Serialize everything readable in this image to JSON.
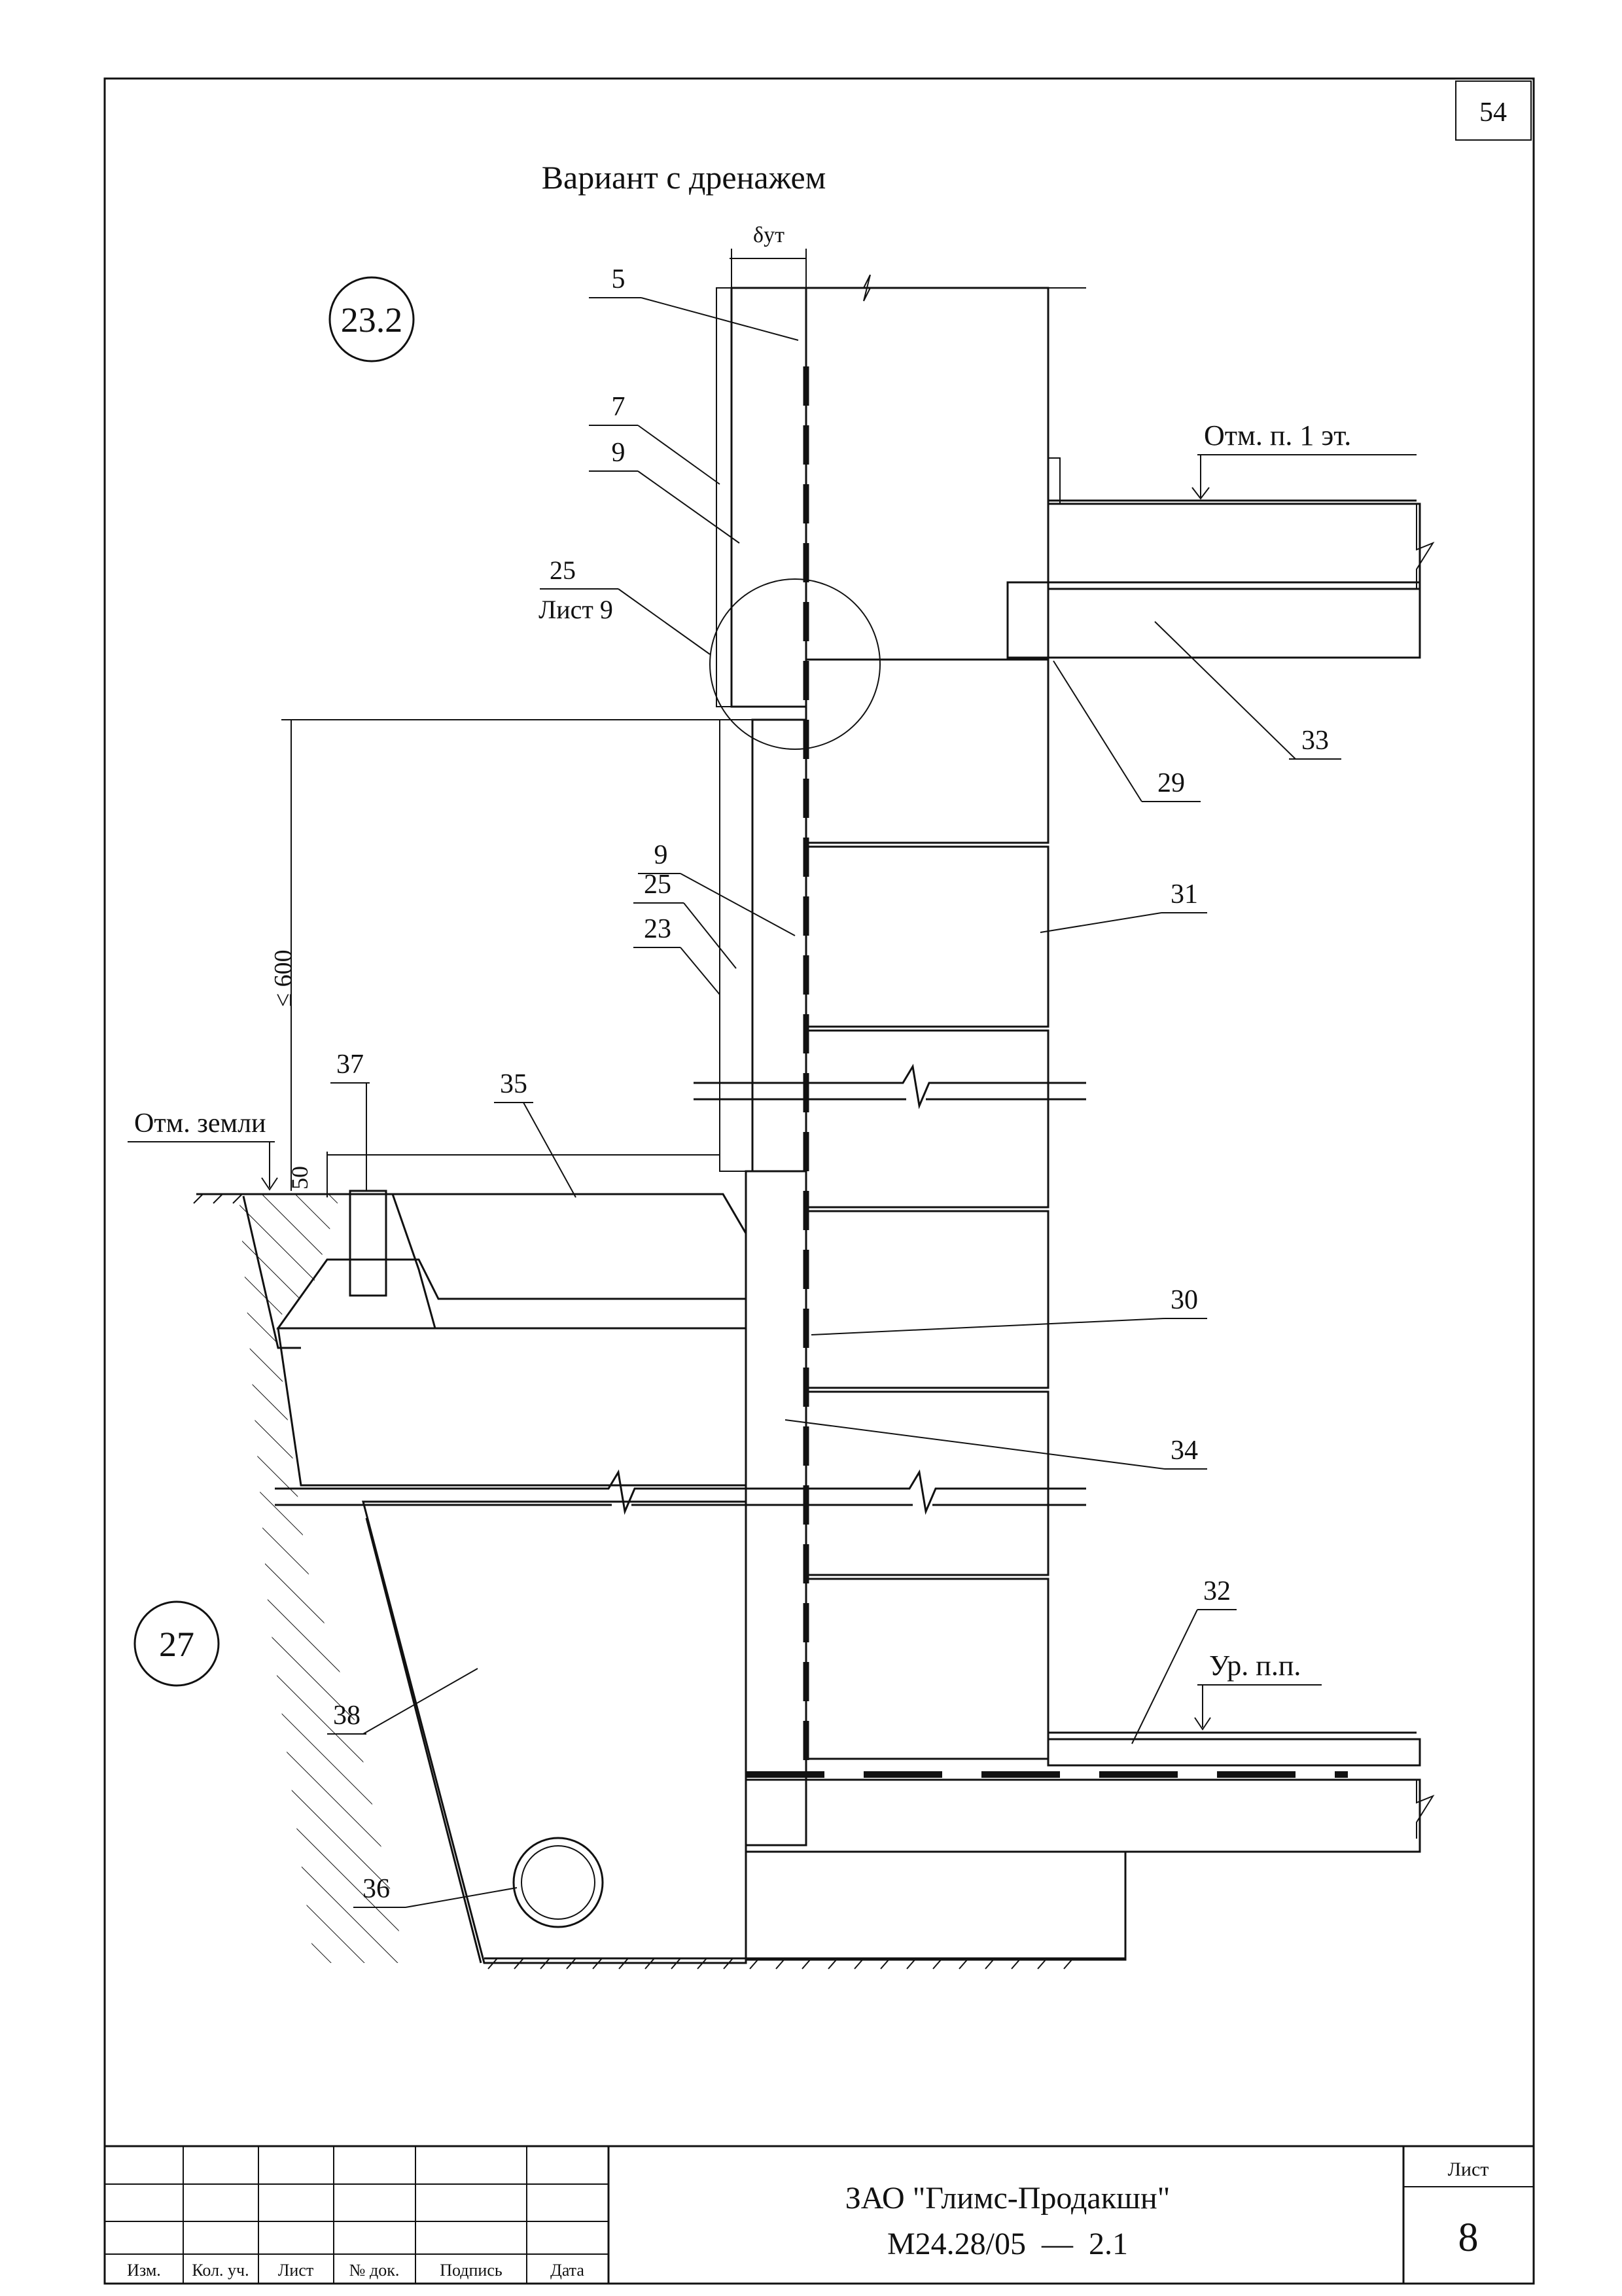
{
  "sheet_corner_number": "54",
  "title": "Вариант с дренажем",
  "detail_refs": {
    "main": "23.2",
    "lower": "27",
    "callout_top": "25",
    "callout_bottom": "Лист 9"
  },
  "dimension_labels": {
    "insulation_thickness": "δут",
    "max_height": "≤ 600",
    "gap": "50"
  },
  "level_marks": {
    "first_floor": "Отм. п. 1 эт.",
    "ground": "Отм. земли",
    "floor_level": "Ур. п.п."
  },
  "leaders": {
    "p5": "5",
    "p7": "7",
    "p9a": "9",
    "p9b": "9",
    "p25": "25",
    "p23": "23",
    "p37": "37",
    "p35": "35",
    "p33": "33",
    "p29": "29",
    "p31": "31",
    "p30": "30",
    "p34": "34",
    "p32": "32",
    "p38": "38",
    "p36": "36"
  },
  "title_block": {
    "columns": [
      "Изм.",
      "Кол. уч.",
      "Лист",
      "№ док.",
      "Подпись",
      "Дата"
    ],
    "company": "ЗАО \"Глимс-Продакшн\"",
    "code": "М24.28/05  —  2.1",
    "sheet_label": "Лист",
    "sheet_number": "8"
  }
}
